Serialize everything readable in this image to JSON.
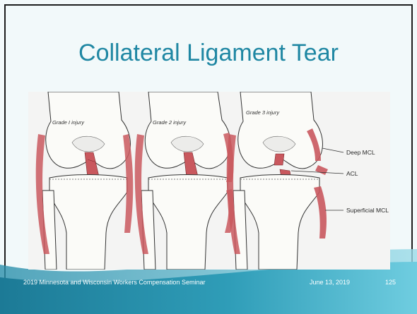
{
  "slide": {
    "title": "Collateral Ligament Tear",
    "illustration": {
      "grade_labels": [
        "Grade I injury",
        "Grade 2 injury",
        "Grade 3 injury"
      ],
      "callouts": [
        "Deep MCL",
        "ACL",
        "Superficial MCL"
      ]
    },
    "footer": {
      "seminar": "2019 Minnesota and Wisconsin Workers Compensation Seminar",
      "date": "June 13, 2019",
      "page_number": "125"
    },
    "colors": {
      "title": "#1f87a3",
      "band_dark": "#1f7d98",
      "band_light": "#5cc0d6",
      "ligament": "#c9585e"
    }
  }
}
